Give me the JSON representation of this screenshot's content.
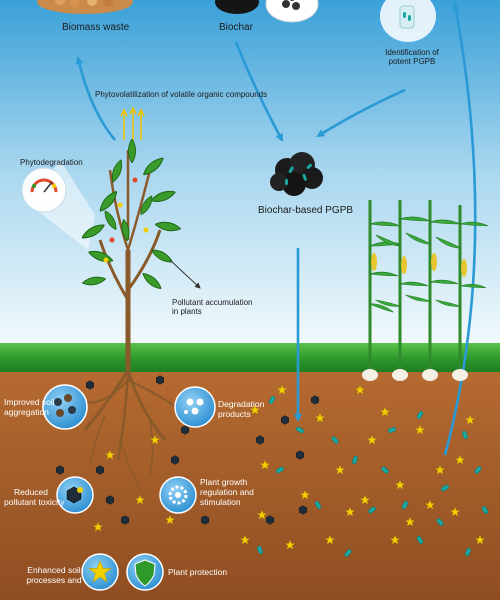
{
  "labels": {
    "biomass_waste": "Biomass waste",
    "biochar": "Biochar",
    "identification_line1": "Identification of",
    "identification_line2": "potent PGPB",
    "phytovolatilization": "Phytovolatilization of volatile organic compounds",
    "phytodegradation": "Phytodegradation",
    "biochar_based_pgpb": "Biochar-based PGPB",
    "pollutant_accumulation_line1": "Pollutant accumulation",
    "pollutant_accumulation_line2": "in plants",
    "improved_soil_line1": "Improved soil",
    "improved_soil_line2": "aggregation",
    "degradation_line1": "Degradation",
    "degradation_line2": "products",
    "reduced_toxicity_line1": "Reduced",
    "reduced_toxicity_line2": "pollutant toxicity",
    "plant_growth_line1": "Plant growth",
    "plant_growth_line2": "regulation and",
    "plant_growth_line3": "stimulation",
    "enhanced_soil_line1": "Enhanced soil",
    "enhanced_soil_line2": "processes and",
    "plant_protection": "Plant protection"
  },
  "icons": [
    "biomass-pile-icon",
    "biochar-pile-icon",
    "bacteria-vial-icon",
    "pgpb-biochar-icon",
    "thermometer-icon",
    "aggregate-icon",
    "degradation-icon",
    "toxicity-icon",
    "gear-icon",
    "nutrient-icon",
    "shield-icon",
    "star-icon",
    "bacterium-icon"
  ],
  "colors": {
    "sky_top": "#3aa0d8",
    "sky_bottom": "#e9f5fb",
    "grass": "#2e9a2c",
    "soil": "#a9602c",
    "arrow": "#2a9ad6",
    "star": "#f2d000",
    "bacterium": "#1aa7a0",
    "info_circle": "#4aa6e3"
  }
}
